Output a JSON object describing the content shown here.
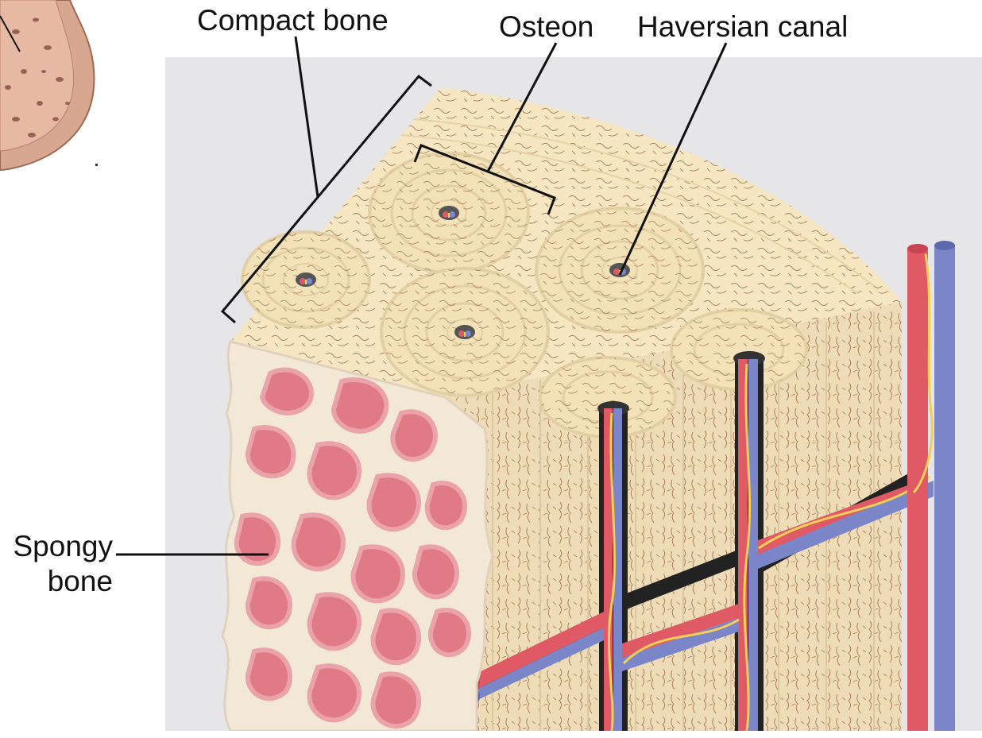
{
  "labels": {
    "compact_bone": "Compact bone",
    "osteon": "Osteon",
    "haversian_canal": "Haversian canal",
    "spongy_bone_line1": "Spongy",
    "spongy_bone_line2": "bone"
  },
  "colors": {
    "background_panel": "#e6e6e9",
    "compact_matrix": "#f6e6c2",
    "lamella_ring": "#eadbb4",
    "canaliculi": "#8a5a3a",
    "spongy_trabeculae": "#f3e7d6",
    "spongy_marrow": "#e07a86",
    "spongy_marrow_light": "#eaa3a8",
    "artery": "#e05a66",
    "vein": "#7b86c9",
    "nerve": "#f2cf57",
    "canal_dark": "#222222",
    "leader_line": "#111111"
  }
}
